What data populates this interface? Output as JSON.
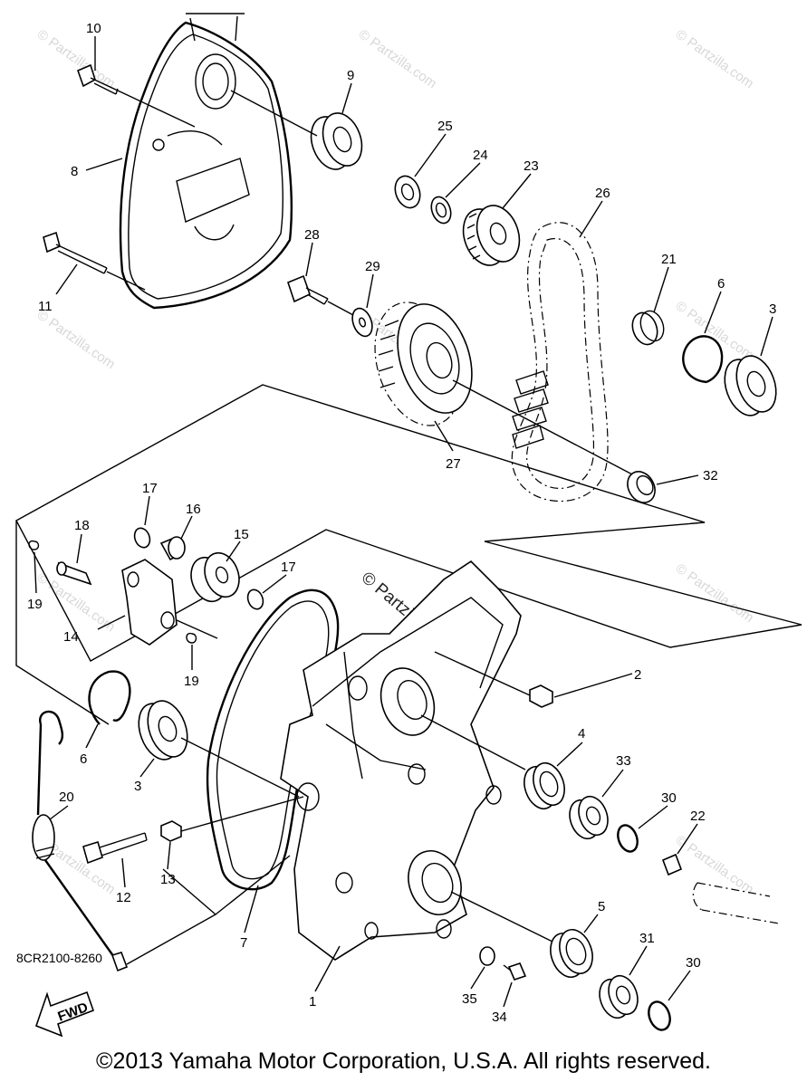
{
  "diagram": {
    "part_numbers": [
      "1",
      "2",
      "3",
      "3",
      "4",
      "5",
      "6",
      "6",
      "7",
      "8",
      "9",
      "10",
      "11",
      "12",
      "13",
      "14",
      "15",
      "16",
      "17",
      "17",
      "18",
      "19",
      "19",
      "20",
      "21",
      "22",
      "23",
      "24",
      "25",
      "26",
      "27",
      "28",
      "29",
      "30",
      "30",
      "31",
      "32",
      "33",
      "34",
      "35"
    ],
    "watermark_text": "© Partzilla.com",
    "center_watermark": "© Partzilla.com",
    "direction_arrow_label": "FWD",
    "drawing_code": "8CR2100-8260",
    "copyright": "©2013  Yamaha Motor Corporation, U.S.A. All rights reserved."
  }
}
